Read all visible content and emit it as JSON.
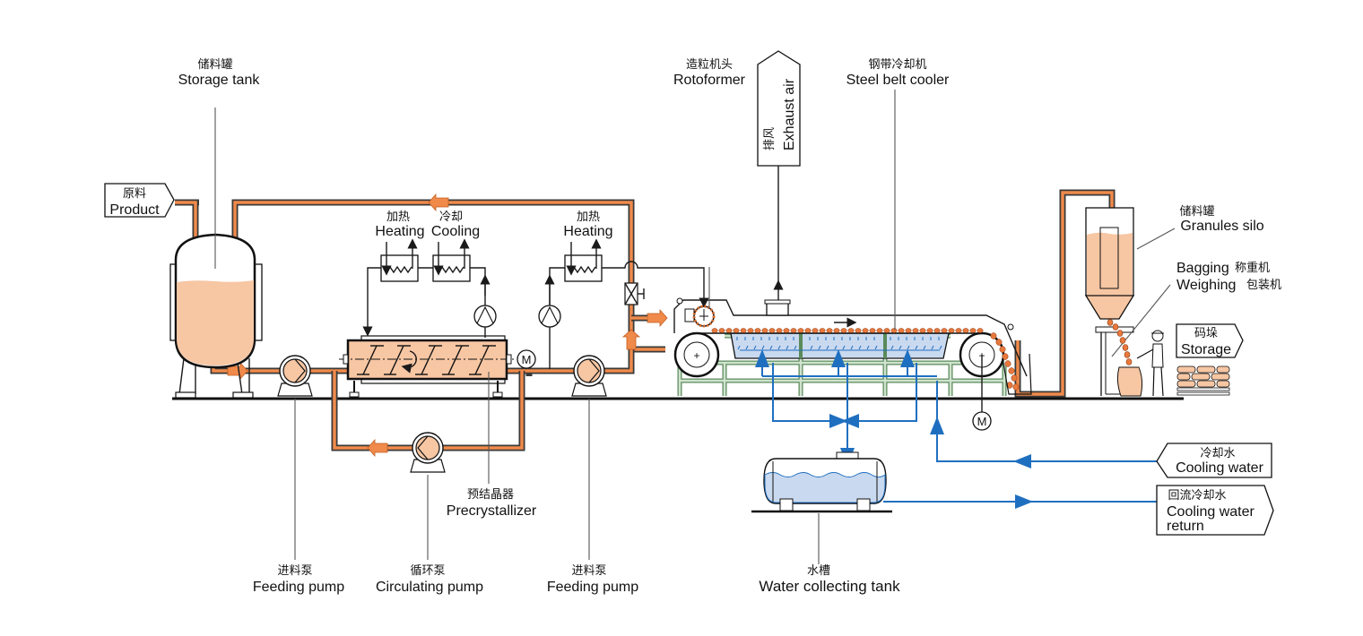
{
  "title": "Rotoformer pastillation process flow diagram",
  "colors": {
    "product": "#f7c6a3",
    "pipe": "#f08a4b",
    "water": "#1f6fc0",
    "water_fill": "#c9d9ef",
    "frame": "#5a8a5a"
  },
  "labels": {
    "storage_tank": {
      "zh": "储料罐",
      "en": "Storage tank"
    },
    "product": {
      "zh": "原料",
      "en": "Product"
    },
    "heating1": {
      "zh": "加热",
      "en": "Heating"
    },
    "cooling1": {
      "zh": "冷却",
      "en": "Cooling"
    },
    "heating2": {
      "zh": "加热",
      "en": "Heating"
    },
    "rotoformer": {
      "zh": "造粒机头",
      "en": "Rotoformer"
    },
    "exhaust": {
      "zh": "排风",
      "en": "Exhaust air"
    },
    "steel_belt": {
      "zh": "钢带冷却机",
      "en": "Steel belt cooler"
    },
    "granules_silo": {
      "zh": "储料罐",
      "en": "Granules silo"
    },
    "bagging": {
      "en1": "Bagging",
      "zh1": "称重机",
      "en2": "Weighing",
      "zh2": "包装机"
    },
    "storage": {
      "zh": "码垛",
      "en": "Storage"
    },
    "cooling_water": {
      "zh": "冷却水",
      "en": "Cooling water"
    },
    "cooling_return": {
      "zh": "回流冷却水",
      "en1": "Cooling water",
      "en2": "return"
    },
    "feeding_pump1": {
      "zh": "进料泵",
      "en": "Feeding pump"
    },
    "circulating_pump": {
      "zh": "循环泵",
      "en": "Circulating pump"
    },
    "precrystallizer": {
      "zh": "预结晶器",
      "en": "Precrystallizer"
    },
    "feeding_pump2": {
      "zh": "进料泵",
      "en": "Feeding pump"
    },
    "water_tank": {
      "zh": "水槽",
      "en": "Water collecting tank"
    },
    "motor": "M"
  }
}
